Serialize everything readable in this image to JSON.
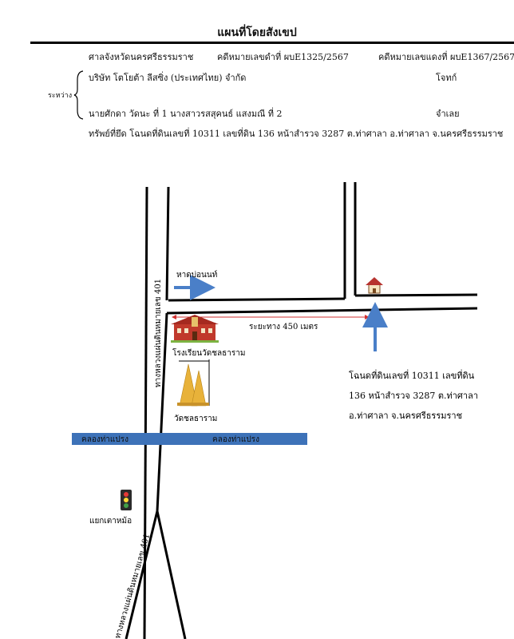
{
  "header": {
    "title": "แผนที่โดยสังเขป",
    "court": "ศาลจังหวัดนครศรีธรรมราช",
    "black_case": "คดีหมายเลขดำที่ ผบE1325/2567",
    "red_case": "คดีหมายเลขแดงที่ ผบE1367/2567",
    "between": "ระหว่าง",
    "plaintiff": "บริษัท โตโยต้า ลีสซิ่ง (ประเทศไทย) จำกัด",
    "plaintiff_role": "โจทก์",
    "defendant": "นายศักดา วัดนะ ที่ 1 นางสาวรสสุคนธ์ แสงมณี ที่ 2",
    "defendant_role": "จำเลย",
    "property": "ทรัพย์ที่ยึด   โฉนดที่ดินเลขที่ 10311 เลขที่ดิน 136 หน้าสำรวจ 3287 ต.ท่าศาลา  อ.ท่าศาลา จ.นครศรีธรรมราช"
  },
  "map": {
    "highway_label_upper": "ทางหลวงแผ่นดินหมายเลข 401",
    "highway_label_lower": "ทางหลวงแผ่นดินหมายเลข 401",
    "beach_label": "หาดบ่อนนท์",
    "distance_label": "ระยะทาง 450 เมตร",
    "school_label": "โรงเรียนวัดชลธาราม",
    "temple_label": "วัดชลธาราม",
    "canal_label_left": "คลองท่าแปรง",
    "canal_label_right": "คลองท่าแปรง",
    "intersection_label": "แยกเตาหม้อ",
    "parcel_line1": "โฉนดที่ดินเลขที่ 10311 เลขที่ดิน",
    "parcel_line2": "136 หน้าสำรวจ 3287 ต.ท่าศาลา",
    "parcel_line3": "อ.ท่าศาลา จ.นครศรีธรรมราช"
  },
  "colors": {
    "arrow_blue": "#4a7fc8",
    "canal_blue": "#3d72b8",
    "distance_red": "#d03030",
    "school_red": "#c0392b",
    "temple_gold": "#e8b23a",
    "traffic_light": "#2b2b2b"
  }
}
